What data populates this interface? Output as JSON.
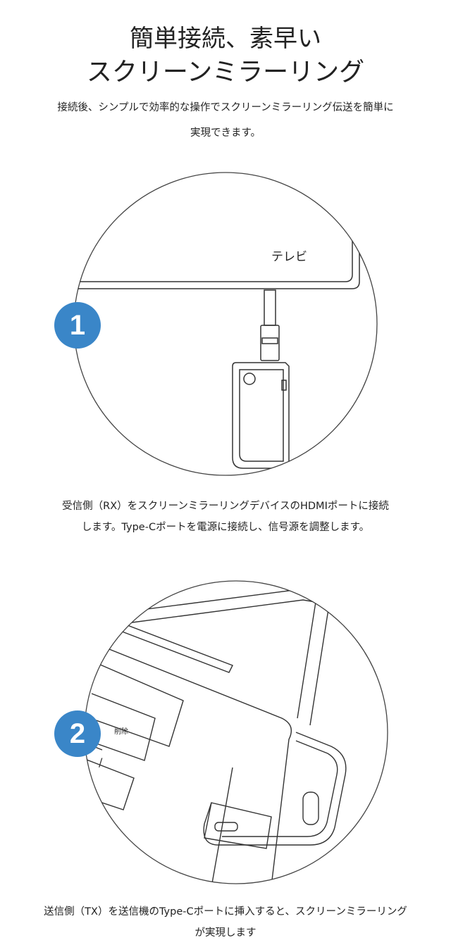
{
  "heading": {
    "line1": "簡単接続、素早い",
    "line2": "スクリーンミラーリング"
  },
  "intro": {
    "line1": "接続後、シンプルで効率的な操作でスクリーンミラーリング伝送を簡単に",
    "line2": "実現できます。"
  },
  "step1": {
    "badge": "1",
    "tv_label": "テレビ",
    "desc_line1": "受信側（RX）をスクリーンミラーリングデバイスのHDMIポートに接続",
    "desc_line2": "します。Type-Cポートを電源に接続し、信号源を調整します。"
  },
  "step2": {
    "badge": "2",
    "key_label": "削除",
    "key_glyph": "/",
    "desc_line1": "送信側（TX）を送信機のType-Cポートに挿入すると、スクリーンミラーリング",
    "desc_line2": "が実現します"
  },
  "colors": {
    "badge": "#3a86c8",
    "line": "#333333"
  }
}
